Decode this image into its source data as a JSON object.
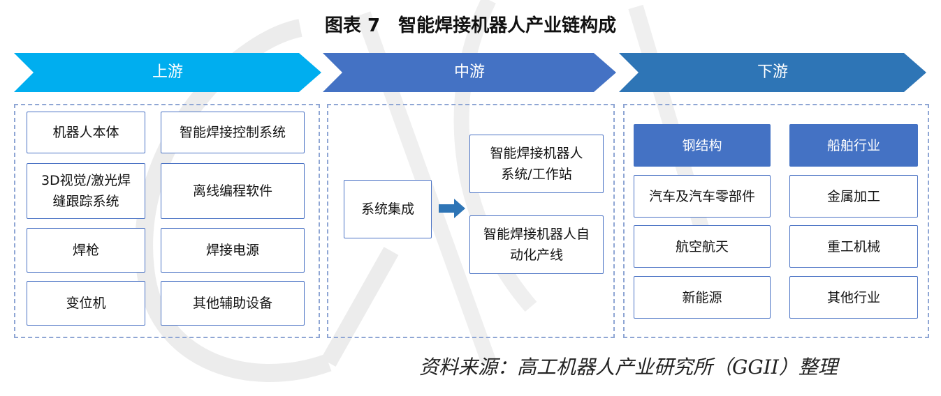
{
  "title": "图表 7　智能焊接机器人产业链构成",
  "stages": {
    "upstream": {
      "label": "上游",
      "color": "#00aeef"
    },
    "midstream": {
      "label": "中游",
      "color": "#4472c4"
    },
    "downstream": {
      "label": "下游",
      "color": "#2e75b6"
    }
  },
  "upstream_items": [
    "机器人本体",
    "智能焊接控制系统",
    "3D视觉/激光焊",
    "缝跟踪系统",
    "离线编程软件",
    "焊枪",
    "焊接电源",
    "变位机",
    "其他辅助设备"
  ],
  "midstream": {
    "integration": "系统集成",
    "outputs": [
      [
        "智能焊接机器人",
        "系统/工作站"
      ],
      [
        "智能焊接机器人自",
        "动化产线"
      ]
    ]
  },
  "downstream_items": {
    "headers": [
      "钢结构",
      "船舶行业"
    ],
    "left": [
      "汽车及汽车零部件",
      "航空航天",
      "新能源"
    ],
    "right": [
      "金属加工",
      "重工机械",
      "其他行业"
    ]
  },
  "source": "资料来源：高工机器人产业研究所（GGII）整理",
  "watermark": "GGII"
}
